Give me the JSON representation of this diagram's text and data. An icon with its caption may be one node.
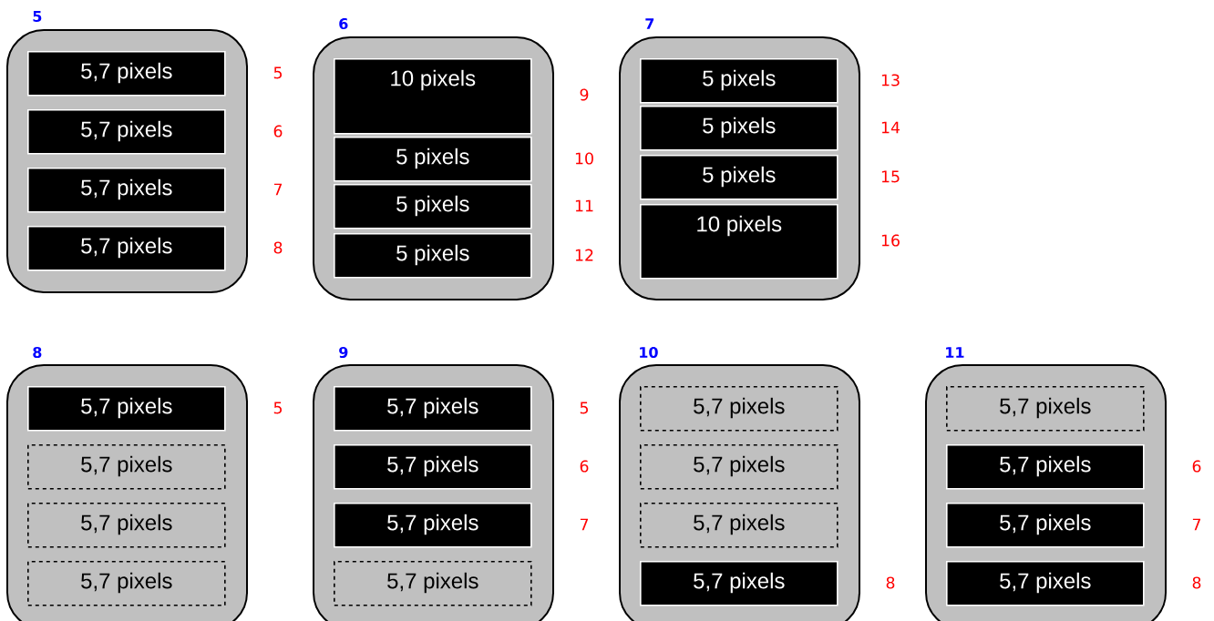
{
  "diagram": {
    "nodes": [
      {
        "text": [
          "5"
        ]
      },
      {
        "text": [
          "5,7 pixels"
        ],
        "in": 0,
        "beside": [
          "5"
        ]
      },
      {
        "text": [
          "5,7 pixels"
        ],
        "in": 0,
        "beside": [
          "6"
        ]
      },
      {
        "text": [
          "5,7 pixels"
        ],
        "in": 0,
        "beside": [
          "7"
        ]
      },
      {
        "text": [
          "5,7 pixels"
        ],
        "in": 0,
        "beside": [
          "8"
        ]
      },
      {
        "text": [
          "6"
        ]
      },
      {
        "text": [
          "10 pixels"
        ],
        "in": 5,
        "beside": [
          "9"
        ]
      },
      {
        "text": [
          "5 pixels"
        ],
        "in": 5,
        "beside": [
          "10"
        ]
      },
      {
        "text": [
          "5 pixels"
        ],
        "in": 5,
        "beside": [
          "11"
        ]
      },
      {
        "text": [
          "5 pixels"
        ],
        "in": 5,
        "beside": [
          "12"
        ]
      },
      {
        "text": [
          "7"
        ]
      },
      {
        "text": [
          "5 pixels"
        ],
        "in": 10,
        "beside": [
          "13"
        ]
      },
      {
        "text": [
          "5 pixels"
        ],
        "in": 10,
        "beside": [
          "14"
        ]
      },
      {
        "text": [
          "5 pixels"
        ],
        "in": 10,
        "beside": [
          "15"
        ]
      },
      {
        "text": [
          "10 pixels"
        ],
        "in": 10,
        "beside": [
          "16"
        ]
      },
      {
        "text": [
          "8"
        ]
      },
      {
        "text": [
          "5,7 pixels"
        ],
        "in": 15,
        "beside": [
          "5"
        ]
      },
      {
        "text": [
          "5,7 pixels"
        ],
        "in": 15
      },
      {
        "text": [
          "5,7 pixels"
        ],
        "in": 15
      },
      {
        "text": [
          "5,7 pixels"
        ],
        "in": 15
      },
      {
        "text": [
          "9"
        ]
      },
      {
        "text": [
          "5,7 pixels"
        ],
        "in": 20,
        "beside": [
          "5"
        ]
      },
      {
        "text": [
          "5,7 pixels"
        ],
        "in": 20,
        "beside": [
          "6"
        ]
      },
      {
        "text": [
          "5,7 pixels"
        ],
        "in": 20,
        "beside": [
          "7"
        ]
      },
      {
        "text": [
          "5,7 pixels"
        ],
        "in": 20
      },
      {
        "text": [
          "10"
        ]
      },
      {
        "text": [
          "5,7 pixels"
        ],
        "in": 25
      },
      {
        "text": [
          "5,7 pixels"
        ],
        "in": 25
      },
      {
        "text": [
          "5,7 pixels"
        ],
        "in": 25
      },
      {
        "text": [
          "5,7 pixels"
        ],
        "in": 25,
        "beside": [
          "8"
        ]
      },
      {
        "text": [
          "11"
        ]
      },
      {
        "text": [
          "5,7 pixels"
        ],
        "in": 30
      },
      {
        "text": [
          "5,7 pixels"
        ],
        "in": 30,
        "beside": [
          "6"
        ]
      },
      {
        "text": [
          "5,7 pixels"
        ],
        "in": 30,
        "beside": [
          "7"
        ]
      },
      {
        "text": [
          "5,7 pixels"
        ],
        "in": 30,
        "beside": [
          "8"
        ]
      }
    ]
  }
}
